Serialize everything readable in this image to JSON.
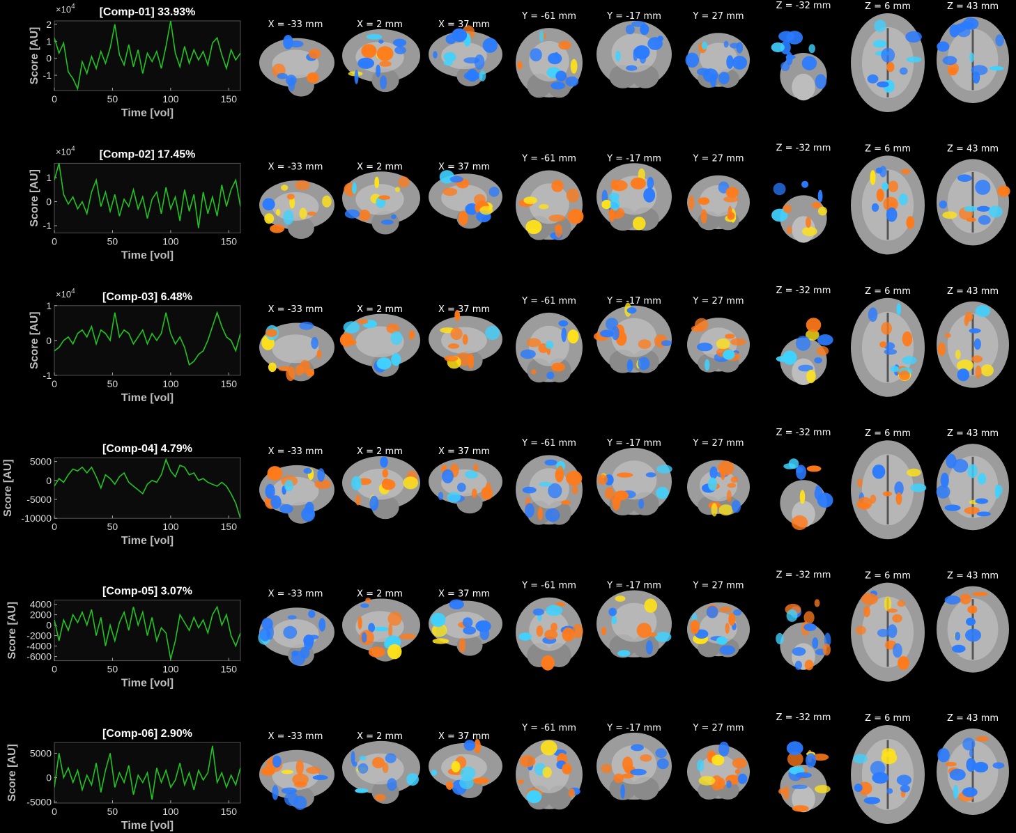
{
  "colors": {
    "background": "#000000",
    "plot_bg": "#0b0b0b",
    "trace": "#22c422",
    "positive": "#ff7a1a",
    "positive_peak": "#ffe21a",
    "negative": "#2a7bff",
    "negative_peak": "#3fd2ff",
    "brain": "#b8b8b8"
  },
  "slice_labels": {
    "sagittal": [
      "X = -33 mm",
      "X = 2 mm",
      "X = 37 mm"
    ],
    "coronal": [
      "Y = -61 mm",
      "Y = -17 mm",
      "Y = 27 mm"
    ],
    "axial": [
      "Z = -32 mm",
      "Z = 6 mm",
      "Z = 43 mm"
    ]
  },
  "chart_data": [
    {
      "type": "line",
      "title": "[Comp-01] 33.93%",
      "xlabel": "Time [vol]",
      "ylabel": "Score [AU]",
      "exponent_base": "×10",
      "exponent_power": "4",
      "xlim": [
        0,
        160
      ],
      "ylim": [
        -1.9,
        2.2
      ],
      "xticks": [
        "0",
        "50",
        "100",
        "150"
      ],
      "xtick_values": [
        0,
        50,
        100,
        150
      ],
      "yticks": [
        "-1",
        "0",
        "1",
        "2"
      ],
      "ytick_values": [
        -1,
        0,
        1,
        2
      ],
      "x": [
        0,
        4,
        8,
        12,
        16,
        20,
        24,
        28,
        32,
        36,
        40,
        44,
        48,
        52,
        56,
        60,
        64,
        68,
        72,
        76,
        80,
        84,
        88,
        92,
        96,
        100,
        104,
        108,
        112,
        116,
        120,
        124,
        128,
        132,
        136,
        140,
        144,
        148,
        152,
        156,
        160
      ],
      "values": [
        1.2,
        0.3,
        0.9,
        -0.8,
        -1.2,
        -1.8,
        -0.2,
        -0.9,
        0.1,
        -0.6,
        0.4,
        -0.3,
        0.6,
        2.0,
        0.2,
        -0.4,
        0.8,
        -0.5,
        0.5,
        -0.9,
        0.3,
        -0.2,
        0.4,
        -0.6,
        0.7,
        2.2,
        0.3,
        -0.5,
        0.7,
        -0.3,
        0.5,
        -0.1,
        0.4,
        -0.4,
        0.9,
        1.2,
        0.2,
        -0.6,
        0.5,
        -0.1,
        0.3
      ],
      "ylabel_mode": "exp"
    },
    {
      "type": "line",
      "title": "[Comp-02] 17.45%",
      "xlabel": "Time [vol]",
      "ylabel": "Score [AU]",
      "exponent_base": "×10",
      "exponent_power": "4",
      "xlim": [
        0,
        160
      ],
      "ylim": [
        -1.3,
        1.6
      ],
      "xticks": [
        "0",
        "50",
        "100",
        "150"
      ],
      "xtick_values": [
        0,
        50,
        100,
        150
      ],
      "yticks": [
        "-1",
        "0",
        "1"
      ],
      "ytick_values": [
        -1,
        0,
        1
      ],
      "x": [
        0,
        4,
        8,
        12,
        16,
        20,
        24,
        28,
        32,
        36,
        40,
        44,
        48,
        52,
        56,
        60,
        64,
        68,
        72,
        76,
        80,
        84,
        88,
        92,
        96,
        100,
        104,
        108,
        112,
        116,
        120,
        124,
        128,
        132,
        136,
        140,
        144,
        148,
        152,
        156,
        160
      ],
      "values": [
        0.9,
        1.6,
        0.3,
        -0.1,
        0.2,
        -0.3,
        0.0,
        -0.5,
        0.4,
        0.9,
        -0.2,
        0.4,
        -0.4,
        0.3,
        -0.6,
        0.1,
        -0.2,
        0.5,
        -0.3,
        0.2,
        -0.7,
        0.1,
        0.4,
        -0.5,
        0.6,
        -0.3,
        0.2,
        -0.8,
        0.5,
        -0.4,
        0.3,
        -1.1,
        0.4,
        -0.5,
        0.2,
        -0.6,
        0.7,
        -0.2,
        0.5,
        0.9,
        -0.2
      ],
      "ylabel_mode": "exp"
    },
    {
      "type": "line",
      "title": "[Comp-03] 6.48%",
      "xlabel": "Time [vol]",
      "ylabel": "Score [AU]",
      "exponent_base": "×10",
      "exponent_power": "4",
      "xlim": [
        0,
        160
      ],
      "ylim": [
        -1.0,
        1.0
      ],
      "xticks": [
        "0",
        "50",
        "100",
        "150"
      ],
      "xtick_values": [
        0,
        50,
        100,
        150
      ],
      "yticks": [
        "-1",
        "0",
        "1"
      ],
      "ytick_values": [
        -1,
        0,
        1
      ],
      "x": [
        0,
        4,
        8,
        12,
        16,
        20,
        24,
        28,
        32,
        36,
        40,
        44,
        48,
        52,
        56,
        60,
        64,
        68,
        72,
        76,
        80,
        84,
        88,
        92,
        96,
        100,
        104,
        108,
        112,
        116,
        120,
        124,
        128,
        132,
        136,
        140,
        144,
        148,
        152,
        156,
        160
      ],
      "values": [
        -0.3,
        -0.2,
        0.0,
        0.1,
        -0.1,
        0.2,
        0.3,
        0.1,
        0.4,
        -0.1,
        0.3,
        0.2,
        0.0,
        0.8,
        0.1,
        0.3,
        0.2,
        -0.1,
        0.1,
        0.3,
        -0.1,
        0.2,
        0.0,
        0.2,
        0.8,
        0.2,
        -0.1,
        0.1,
        -0.2,
        -0.7,
        -0.6,
        -0.4,
        -0.3,
        0.0,
        0.4,
        0.8,
        0.4,
        0.1,
        0.0,
        -0.3,
        0.2
      ],
      "ylabel_mode": "exp"
    },
    {
      "type": "line",
      "title": "[Comp-04] 4.79%",
      "xlabel": "Time [vol]",
      "ylabel": "Score [AU]",
      "xlim": [
        0,
        160
      ],
      "ylim": [
        -10000,
        6000
      ],
      "xticks": [
        "0",
        "50",
        "100",
        "150"
      ],
      "xtick_values": [
        0,
        50,
        100,
        150
      ],
      "yticks": [
        "-10000",
        "-5000",
        "0",
        "5000"
      ],
      "ytick_values": [
        -10000,
        -5000,
        0,
        5000
      ],
      "x": [
        0,
        4,
        8,
        12,
        16,
        20,
        24,
        28,
        32,
        36,
        40,
        44,
        48,
        52,
        56,
        60,
        64,
        68,
        72,
        76,
        80,
        84,
        88,
        92,
        96,
        100,
        104,
        108,
        112,
        116,
        120,
        124,
        128,
        132,
        136,
        140,
        144,
        148,
        152,
        156,
        160
      ],
      "values": [
        -1500,
        500,
        -500,
        1500,
        3000,
        2500,
        3500,
        2000,
        3500,
        1000,
        -2000,
        1500,
        500,
        -1000,
        1000,
        2000,
        -500,
        -1500,
        -2500,
        -3500,
        -1000,
        0,
        -500,
        1500,
        5500,
        2500,
        1000,
        4000,
        3500,
        1500,
        2000,
        0,
        500,
        -500,
        -1000,
        -1500,
        -500,
        -1500,
        -3500,
        -6000,
        -10000
      ],
      "ylabel_mode": "plain"
    },
    {
      "type": "line",
      "title": "[Comp-05] 3.07%",
      "xlabel": "Time [vol]",
      "ylabel": "Score [AU]",
      "xlim": [
        0,
        160
      ],
      "ylim": [
        -6800,
        4800
      ],
      "xticks": [
        "0",
        "50",
        "100",
        "150"
      ],
      "xtick_values": [
        0,
        50,
        100,
        150
      ],
      "yticks": [
        "-6000",
        "-4000",
        "-2000",
        "0",
        "2000",
        "4000"
      ],
      "ytick_values": [
        -6000,
        -4000,
        -2000,
        0,
        2000,
        4000
      ],
      "x": [
        0,
        4,
        8,
        12,
        16,
        20,
        24,
        28,
        32,
        36,
        40,
        44,
        48,
        52,
        56,
        60,
        64,
        68,
        72,
        76,
        80,
        84,
        88,
        92,
        96,
        100,
        104,
        108,
        112,
        116,
        120,
        124,
        128,
        132,
        136,
        140,
        144,
        148,
        152,
        156,
        160
      ],
      "values": [
        1000,
        -3000,
        1000,
        -1000,
        2000,
        500,
        2500,
        0,
        3000,
        -2000,
        1500,
        -4000,
        0,
        -3000,
        500,
        2500,
        -1000,
        3500,
        0,
        2500,
        -2000,
        1500,
        -3000,
        -500,
        -1500,
        -6500,
        -3000,
        2000,
        500,
        -1000,
        1500,
        -500,
        1000,
        -1500,
        2000,
        3500,
        0,
        2000,
        -2000,
        -4000,
        -1500
      ],
      "ylabel_mode": "plain"
    },
    {
      "type": "line",
      "title": "[Comp-06] 2.90%",
      "xlabel": "Time [vol]",
      "ylabel": "Score [AU]",
      "xlim": [
        0,
        160
      ],
      "ylim": [
        -5200,
        7200
      ],
      "xticks": [
        "0",
        "50",
        "100",
        "150"
      ],
      "xtick_values": [
        0,
        50,
        100,
        150
      ],
      "yticks": [
        "-5000",
        "0",
        "5000"
      ],
      "ytick_values": [
        -5000,
        0,
        5000
      ],
      "x": [
        0,
        4,
        8,
        12,
        16,
        20,
        24,
        28,
        32,
        36,
        40,
        44,
        48,
        52,
        56,
        60,
        64,
        68,
        72,
        76,
        80,
        84,
        88,
        92,
        96,
        100,
        104,
        108,
        112,
        116,
        120,
        124,
        128,
        132,
        136,
        140,
        144,
        148,
        152,
        156,
        160
      ],
      "values": [
        -2000,
        5000,
        0,
        2000,
        -1000,
        1500,
        -2500,
        500,
        -1500,
        3000,
        -3000,
        1500,
        5000,
        -2000,
        1000,
        -1000,
        2500,
        -3500,
        500,
        -1000,
        1000,
        -4500,
        2000,
        -1000,
        1500,
        -2000,
        -500,
        3000,
        -1500,
        1000,
        -2500,
        1500,
        -500,
        1000,
        6500,
        -1000,
        1000,
        -2000,
        500,
        -1500,
        2000
      ],
      "ylabel_mode": "plain"
    }
  ]
}
